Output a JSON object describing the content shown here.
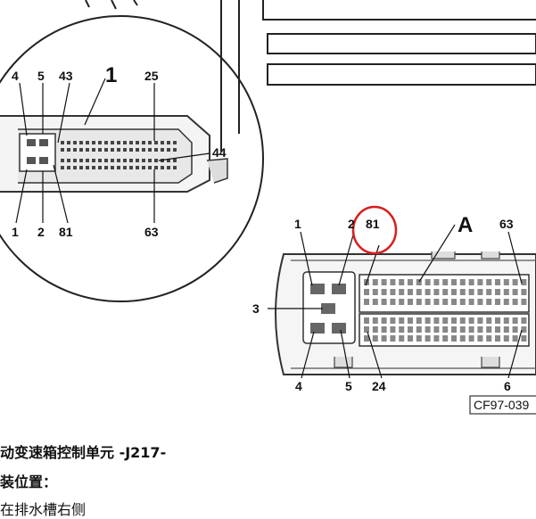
{
  "diagram": {
    "detail_labels": {
      "pin_4": "4",
      "pin_5": "5",
      "pin_43": "43",
      "connector": "1",
      "pin_25": "25",
      "pin_44": "44",
      "pin_1": "1",
      "pin_2": "2",
      "pin_81": "81",
      "pin_63": "63"
    },
    "main_labels": {
      "pin_1": "1",
      "pin_2": "2",
      "pin_81": "81",
      "section_a": "A",
      "pin_63": "63",
      "pin_3": "3",
      "pin_4": "4",
      "pin_5": "5",
      "pin_24": "24",
      "pin_6": "6"
    },
    "figure_code": "CF97-039",
    "highlight_color": "#d81e1e"
  },
  "caption": {
    "title": "动变速箱控制单元 -J217-",
    "location_label": "装位置：",
    "location_value": "在排水槽右侧"
  }
}
